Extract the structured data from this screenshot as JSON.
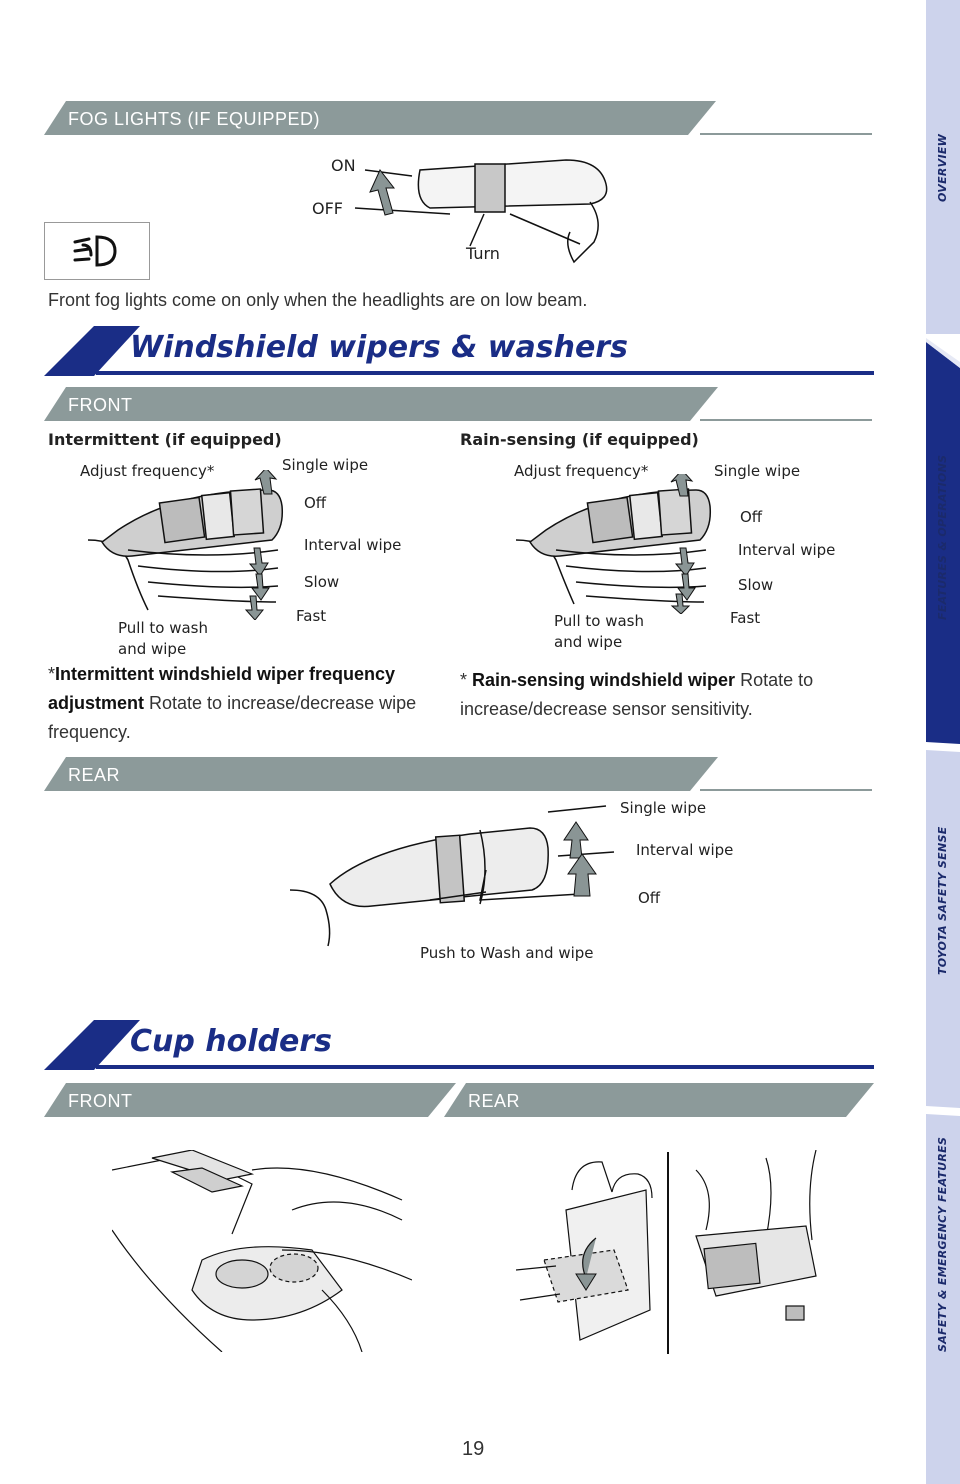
{
  "nav": {
    "overview": "OVERVIEW",
    "features": "FEATURES & OPERATIONS",
    "tss": "TOYOTA SAFETY SENSE",
    "safety": "SAFETY & EMERGENCY FEATURES"
  },
  "fog": {
    "bar": "FOG LIGHTS (IF EQUIPPED)",
    "on": "ON",
    "off": "OFF",
    "turn": "Turn",
    "icon": "front-fog-light-icon",
    "caption": "Front fog lights come on only when the headlights are on low beam."
  },
  "wipers": {
    "title": "Windshield wipers & washers",
    "front_bar": "FRONT",
    "intermittent": {
      "heading": "Intermittent (if equipped)",
      "adjust": "Adjust frequency*",
      "single": "Single wipe",
      "off": "Off",
      "interval": "Interval wipe",
      "slow": "Slow",
      "fast": "Fast",
      "pull1": "Pull to wash",
      "pull2": "and wipe",
      "note_star": "*",
      "note_bold": "Intermittent windshield wiper frequency adjustment",
      "note_text": " Rotate to increase/decrease wipe frequency."
    },
    "rain": {
      "heading": "Rain-sensing (if equipped)",
      "adjust": "Adjust frequency*",
      "single": "Single wipe",
      "off": "Off",
      "interval": "Interval wipe",
      "slow": "Slow",
      "fast": "Fast",
      "pull1": "Pull to wash",
      "pull2": "and wipe",
      "note_star": "* ",
      "note_bold": "Rain-sensing windshield wiper",
      "note_text": " Rotate to increase/decrease sensor sensitivity."
    },
    "rear_bar": "REAR",
    "rear": {
      "single": "Single wipe",
      "interval": "Interval wipe",
      "off": "Off",
      "push": "Push to Wash and wipe"
    }
  },
  "cup": {
    "title": "Cup holders",
    "front_bar": "FRONT",
    "rear_bar": "REAR"
  },
  "page_number": "19",
  "colors": {
    "navy": "#1a2d86",
    "gray_bar": "#8c9a9a",
    "nav_bg": "#cdd3ec"
  }
}
